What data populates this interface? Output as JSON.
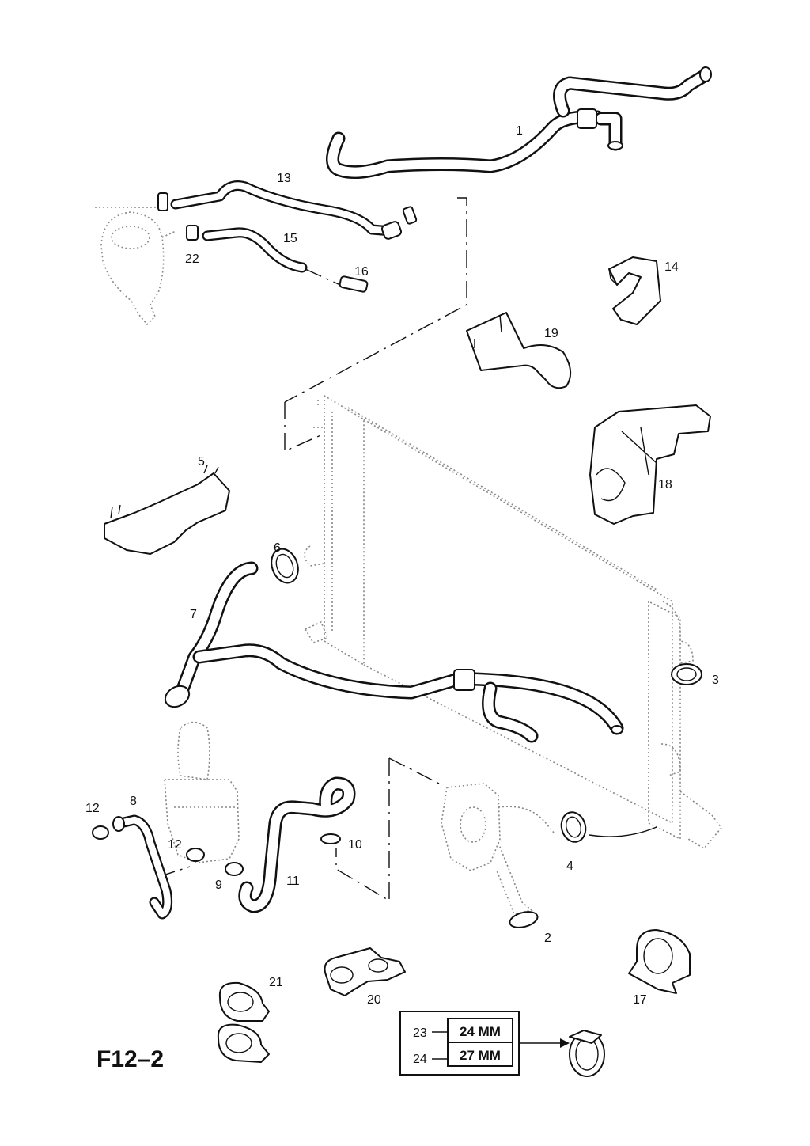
{
  "diagram_code": "F12–2",
  "callouts": {
    "c1": "1",
    "c2": "2",
    "c3": "3",
    "c4": "4",
    "c5": "5",
    "c6": "6",
    "c7": "7",
    "c8": "8",
    "c9": "9",
    "c10": "10",
    "c11": "11",
    "c12a": "12",
    "c12b": "12",
    "c13": "13",
    "c14": "14",
    "c15": "15",
    "c16": "16",
    "c17": "17",
    "c18": "18",
    "c19": "19",
    "c20": "20",
    "c21": "21",
    "c22": "22"
  },
  "size_table": [
    {
      "ref": "23",
      "size": "24 MM"
    },
    {
      "ref": "24",
      "size": "27 MM"
    }
  ],
  "colors": {
    "ink": "#111111",
    "ghost": "#888888",
    "paper": "#ffffff"
  }
}
